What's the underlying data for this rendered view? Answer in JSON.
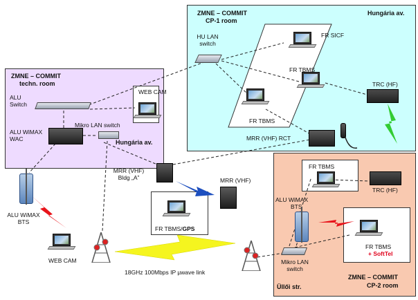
{
  "zones": {
    "cp1": {
      "title": "ZMNE – COMMIT",
      "room": "CP-1 room",
      "street": "Hungária av."
    },
    "cp2": {
      "title": "ZMNE – COMMIT",
      "room": "CP-2 room",
      "street": "Üllői str."
    },
    "tech": {
      "title": "ZMNE – COMMIT",
      "room": "techn. room",
      "street": "Hungária av."
    }
  },
  "devices": {
    "hu_lan_switch": {
      "line1": "HU LAN",
      "line2": "switch"
    },
    "fr_sicf": {
      "label": "FR SICF"
    },
    "fr_tbms_cp1_a": {
      "label": "FR TBMS"
    },
    "fr_tbms_cp1_b": {
      "label": "FR TBMS"
    },
    "trc_cp1": {
      "label": "TRC (HF)"
    },
    "mrr_rct": {
      "label": "MRR (VHF) RCT"
    },
    "web_cam_tech": {
      "label": "WEB CAM"
    },
    "alu_switch": {
      "line1": "ALU",
      "line2": "Switch"
    },
    "alu_wac": {
      "line1": "ALU WiMAX",
      "line2": "WAC"
    },
    "mikro_lan_tech": {
      "label": "Mikro LAN switch"
    },
    "alu_bts_left": {
      "line1": "ALU WiMAX",
      "line2": "BTS"
    },
    "web_cam_left": {
      "label": "WEB CAM"
    },
    "mrr_bldg": {
      "line1": "MRR (VHF)",
      "line2": "Bldg „A”"
    },
    "mrr_field": {
      "label": "MRR (VHF)"
    },
    "fr_tbms_gps": {
      "main": "FR TBMS/",
      "suffix": "GPS"
    },
    "fr_tbms_cp2_top": {
      "label": "FR TBMS"
    },
    "trc_cp2": {
      "label": "TRC (HF)"
    },
    "alu_bts_cp2": {
      "line1": "ALU WiMAX",
      "line2": "BTS"
    },
    "fr_tbms_softtel": {
      "line1": "FR TBMS",
      "line2": "+ SoftTel"
    },
    "mikro_lan_cp2": {
      "line1": "Mikro LAN",
      "line2": "switch"
    }
  },
  "link": {
    "label": "18GHz 100Mbps IP µwave link"
  },
  "colors": {
    "cp1_zone": "#ccfffe",
    "cp2_zone": "#f9c9b0",
    "tech_zone": "#eedbff",
    "wimax_link": "#e8141b",
    "vhf_link": "#1d4fbf",
    "hf_link": "#33cc33",
    "microwave_link": "#f5f51f",
    "softtel_text": "#e0001b"
  }
}
